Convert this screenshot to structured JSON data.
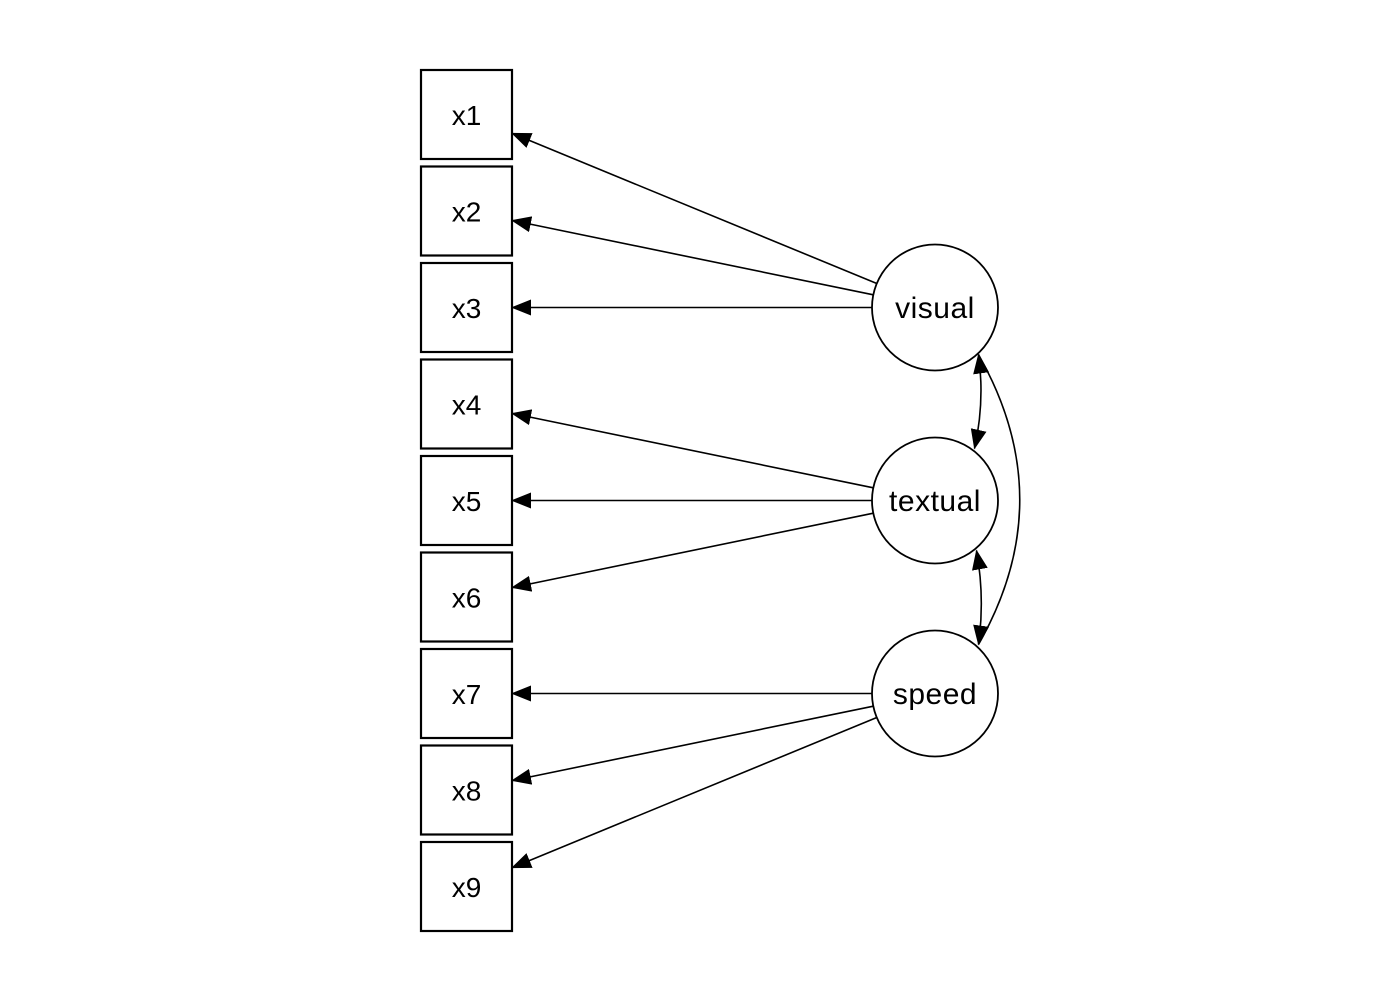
{
  "diagram": {
    "type": "sem_path_diagram",
    "observed_nodes": [
      {
        "id": "x1",
        "label": "x1",
        "shape": "square"
      },
      {
        "id": "x2",
        "label": "x2",
        "shape": "square"
      },
      {
        "id": "x3",
        "label": "x3",
        "shape": "square"
      },
      {
        "id": "x4",
        "label": "x4",
        "shape": "square"
      },
      {
        "id": "x5",
        "label": "x5",
        "shape": "square"
      },
      {
        "id": "x6",
        "label": "x6",
        "shape": "square"
      },
      {
        "id": "x7",
        "label": "x7",
        "shape": "square"
      },
      {
        "id": "x8",
        "label": "x8",
        "shape": "square"
      },
      {
        "id": "x9",
        "label": "x9",
        "shape": "square"
      }
    ],
    "latent_nodes": [
      {
        "id": "visual",
        "label": "visual",
        "shape": "circle"
      },
      {
        "id": "textual",
        "label": "textual",
        "shape": "circle"
      },
      {
        "id": "speed",
        "label": "speed",
        "shape": "circle"
      }
    ],
    "edges": {
      "loadings": [
        {
          "from": "visual",
          "to": "x1",
          "arrow": "single"
        },
        {
          "from": "visual",
          "to": "x2",
          "arrow": "single"
        },
        {
          "from": "visual",
          "to": "x3",
          "arrow": "single"
        },
        {
          "from": "textual",
          "to": "x4",
          "arrow": "single"
        },
        {
          "from": "textual",
          "to": "x5",
          "arrow": "single"
        },
        {
          "from": "textual",
          "to": "x6",
          "arrow": "single"
        },
        {
          "from": "speed",
          "to": "x7",
          "arrow": "single"
        },
        {
          "from": "speed",
          "to": "x8",
          "arrow": "single"
        },
        {
          "from": "speed",
          "to": "x9",
          "arrow": "single"
        }
      ],
      "covariances": [
        {
          "between": [
            "visual",
            "textual"
          ],
          "arrow": "double",
          "curve": "slight"
        },
        {
          "between": [
            "textual",
            "speed"
          ],
          "arrow": "double",
          "curve": "slight"
        },
        {
          "between": [
            "visual",
            "speed"
          ],
          "arrow": "double",
          "curve": "wide-right-arc"
        }
      ]
    },
    "colors": {
      "stroke": "#000000",
      "node_fill": "#ffffff",
      "text": "#000000",
      "background": "#ffffff"
    }
  }
}
